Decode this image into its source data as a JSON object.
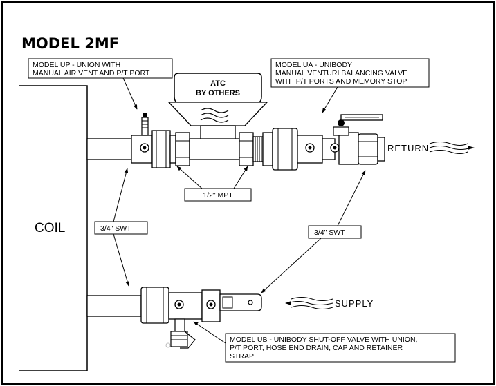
{
  "title": "MODEL 2MF",
  "coil_label": "COIL",
  "atc": {
    "line1": "ATC",
    "line2": "BY OTHERS"
  },
  "callouts": {
    "model_up": {
      "line1": "MODEL UP - UNION WITH",
      "line2": "MANUAL AIR VENT AND P/T PORT"
    },
    "model_ua": {
      "line1": "MODEL UA - UNIBODY",
      "line2": "MANUAL VENTURI BALANCING VALVE",
      "line3": "WITH P/T PORTS AND MEMORY STOP"
    },
    "mpt": "1/2\" MPT",
    "swt_left": "3/4\" SWT",
    "swt_right": "3/4\" SWT",
    "model_ub": {
      "line1": "MODEL UB - UNIBODY SHUT-OFF VALVE WITH UNION,",
      "line2": "P/T PORT, HOSE END DRAIN, CAP AND RETAINER",
      "line3": "STRAP"
    }
  },
  "flow": {
    "return": "RETURN",
    "supply": "SUPPLY"
  }
}
